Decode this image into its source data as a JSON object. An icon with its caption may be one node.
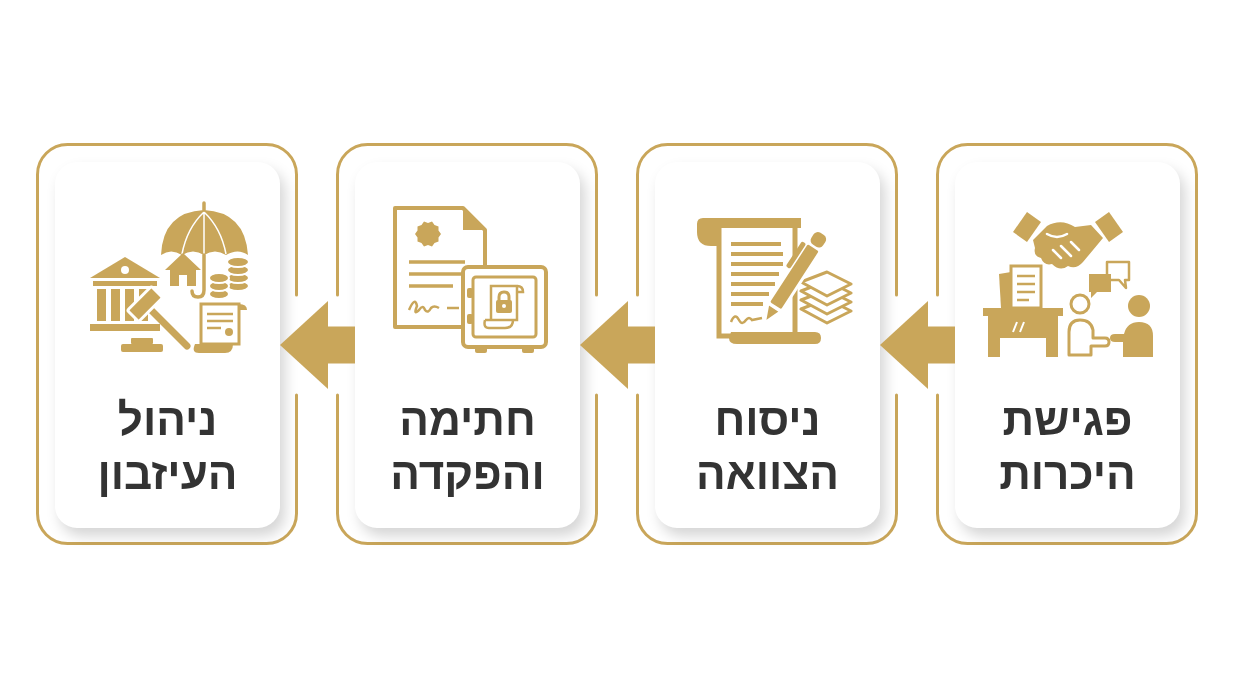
{
  "diagram": {
    "nodes": [
      {
        "text": [
          "פגישת היכרות"
        ]
      },
      {
        "text": [
          "ניסוח הצוואה"
        ]
      },
      {
        "text": [
          "חתימה והפקדה"
        ]
      },
      {
        "text": [
          "ניהול העיזבון"
        ]
      }
    ],
    "edges": [
      {
        "from": 0,
        "to": 1,
        "arrow": "to"
      },
      {
        "from": 1,
        "to": 2,
        "arrow": "to"
      },
      {
        "from": 2,
        "to": 3,
        "arrow": "to"
      }
    ]
  }
}
